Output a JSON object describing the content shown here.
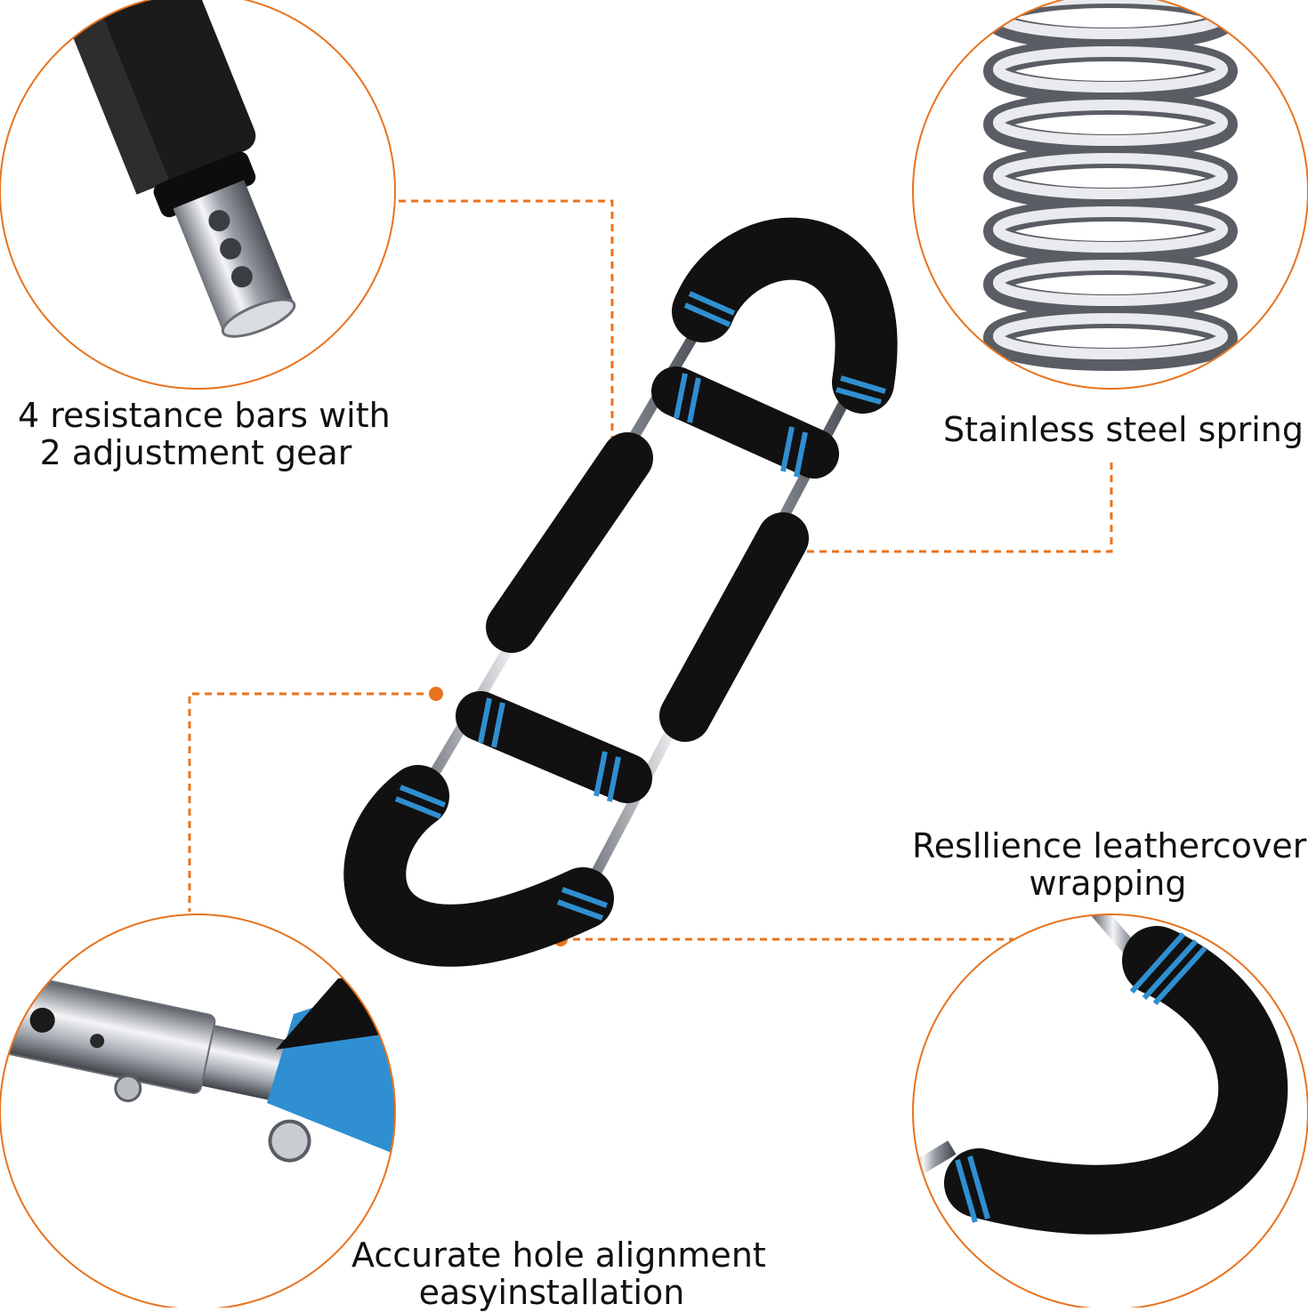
{
  "captions": {
    "resistance": {
      "line1": "4 resistance bars with",
      "line2": "2 adjustment gear"
    },
    "spring": {
      "line1": "Stainless steel spring"
    },
    "cover": {
      "line1": "Resllience leathercover",
      "line2": "wrapping"
    },
    "holes": {
      "line1": "Accurate hole alignment",
      "line2": "easyinstallation"
    }
  },
  "colors": {
    "accent": "#e8731e",
    "foam": "#111111",
    "stripe": "#2f8fd0",
    "steel": "#c9ccd1"
  },
  "icons": [
    "tube-detail-image",
    "spring-detail-image",
    "hinge-detail-image",
    "handle-curve-detail-image",
    "chest-expander-image"
  ]
}
